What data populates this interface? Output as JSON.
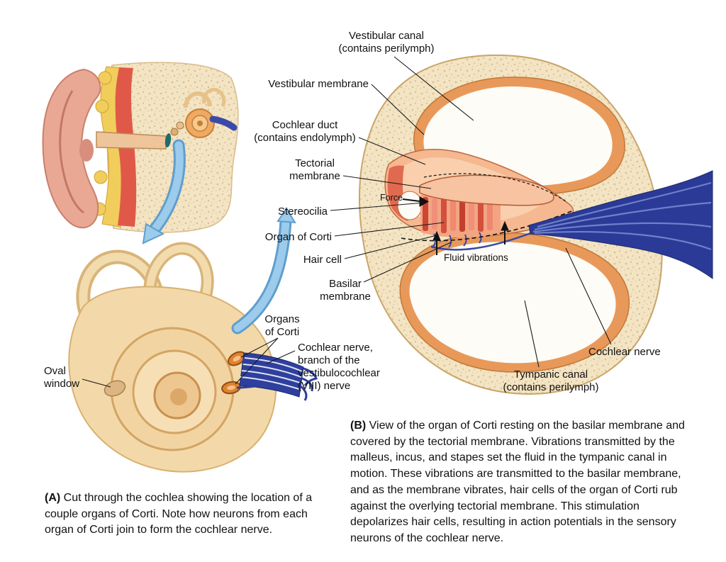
{
  "panel_b": {
    "labels": {
      "vestibular_canal": "Vestibular canal\n(contains perilymph)",
      "vestibular_membrane": "Vestibular membrane",
      "cochlear_duct": "Cochlear duct\n(contains endolymph)",
      "tectorial_membrane": "Tectorial\nmembrane",
      "force": "Force",
      "stereocilia": "Stereocilia",
      "organ_of_corti": "Organ of Corti",
      "hair_cell": "Hair cell",
      "fluid_vibrations": "Fluid vibrations",
      "basilar_membrane": "Basilar\nmembrane",
      "cochlear_nerve": "Cochlear nerve",
      "tympanic_canal": "Tympanic canal\n(contains perilymph)"
    },
    "caption_prefix": "(B)",
    "caption_text": " View of the organ of Corti resting on the basilar membrane and covered by the tectorial membrane. Vibrations transmitted by the malleus, incus, and stapes set the fluid in the tympanic canal in motion. These vibrations are transmitted to the basilar membrane, and as the membrane vibrates, hair cells of the organ of Corti rub against the overlying tectorial membrane. This stimulation depolarizes hair cells, resulting in action potentials in the sensory neurons of the cochlear nerve."
  },
  "panel_a": {
    "labels": {
      "oval_window": "Oval\nwindow",
      "organs_of_corti": "Organs\nof Corti",
      "cochlear_nerve_branch": "Cochlear nerve,\nbranch of the\nvestibulocochlear\n(VIII) nerve"
    },
    "caption_prefix": "(A)",
    "caption_text": " Cut through the cochlea showing the location of a couple organs of Corti. Note how neurons from each organ of Corti join to form the cochlear nerve."
  },
  "colors": {
    "bone_cream": "#f3e4c4",
    "membrane_orange": "#e8995a",
    "duct_salmon": "#f5b890",
    "hair_cell_red": "#d4503c",
    "nerve_blue": "#2b3a96",
    "arrow_blue": "#9ccbeb"
  }
}
